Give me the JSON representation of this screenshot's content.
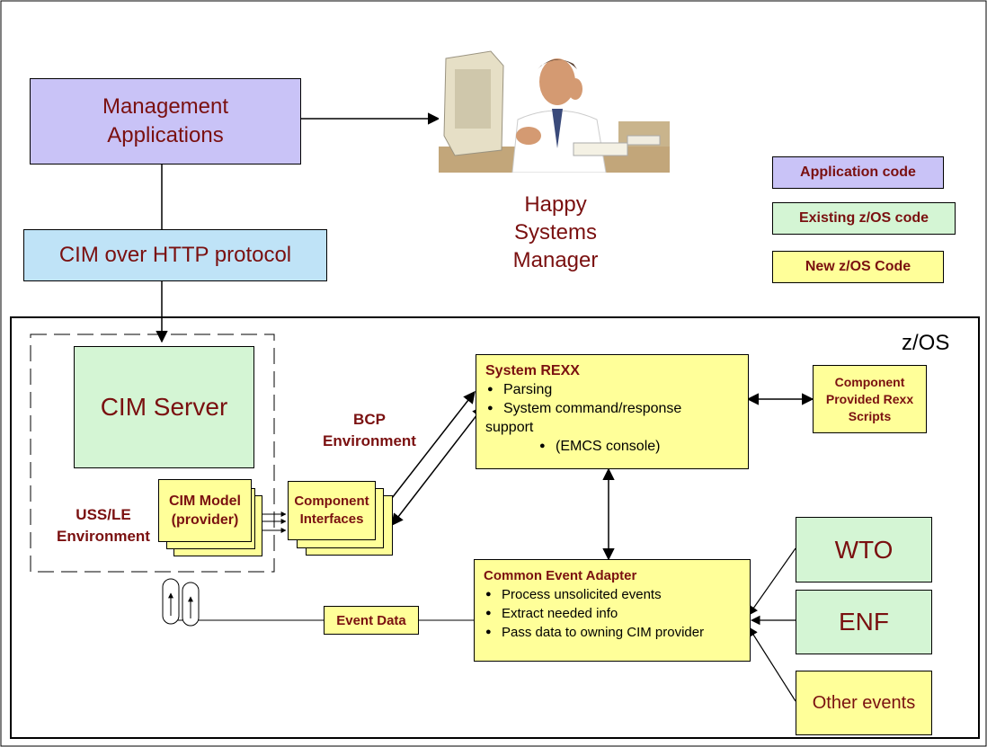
{
  "mgmt_apps": {
    "line1": "Management",
    "line2": "Applications"
  },
  "cim_http": "CIM over HTTP protocol",
  "manager": {
    "line1": "Happy",
    "line2": "Systems",
    "line3": "Manager"
  },
  "legend": {
    "app": "Application code",
    "existing": "Existing z/OS code",
    "new": "New z/OS Code"
  },
  "zos_label": "z/OS",
  "cim_server": "CIM Server",
  "bcp_env": {
    "line1": "BCP",
    "line2": "Environment"
  },
  "uss_env": {
    "line1": "USS/LE",
    "line2": "Environment"
  },
  "cim_model": {
    "line1": "CIM Model",
    "line2": "(provider)"
  },
  "component_interfaces": {
    "line1": "Component",
    "line2": "Interfaces"
  },
  "system_rexx": {
    "title": "System REXX",
    "items": [
      "Parsing",
      "System command/response"
    ],
    "cont": "support",
    "sub": "(EMCS console)"
  },
  "rexx_scripts": {
    "line1": "Component",
    "line2": "Provided Rexx",
    "line3": "Scripts"
  },
  "event_adapter": {
    "title": "Common Event Adapter",
    "items": [
      "Process unsolicited events",
      "Extract needed info",
      "Pass data to owning CIM provider"
    ]
  },
  "event_data": "Event Data",
  "wto": "WTO",
  "enf": "ENF",
  "other_events": "Other events"
}
